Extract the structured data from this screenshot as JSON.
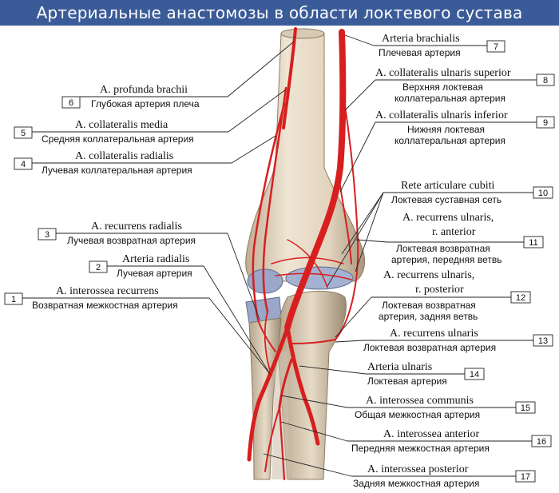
{
  "title": "Артериальные анастомозы в области локтевого сустава",
  "labels": [
    {
      "num": "1",
      "latin": "A. interossea recurrens",
      "russian": "Возвратная межкостная артерия"
    },
    {
      "num": "2",
      "latin": "Arteria radialis",
      "russian": "Лучевая артерия"
    },
    {
      "num": "3",
      "latin": "A. recurrens radialis",
      "russian": "Лучевая возвратная артерия"
    },
    {
      "num": "4",
      "latin": "A. collateralis radialis",
      "russian": "Лучевая коллатеральная артерия"
    },
    {
      "num": "5",
      "latin": "A. collateralis media",
      "russian": "Средняя коллатеральная артерия"
    },
    {
      "num": "6",
      "latin": "A. profunda brachii",
      "russian": "Глубокая артерия плеча"
    },
    {
      "num": "7",
      "latin": "Arteria brachialis",
      "russian": "Плечевая артерия"
    },
    {
      "num": "8",
      "latin": "A. collateralis ulnaris superior",
      "russian": [
        "Верхняя локтевая",
        "коллатеральная артерия"
      ]
    },
    {
      "num": "9",
      "latin": "A. collateralis ulnaris inferior",
      "russian": [
        "Нижняя локтевая",
        "коллатеральная артерия"
      ]
    },
    {
      "num": "10",
      "latin": "Rete articulare cubiti",
      "russian": "Локтевая суставная сеть"
    },
    {
      "num": "11",
      "latin": [
        "A. recurrens ulnaris,",
        "r. anterior"
      ],
      "russian": [
        "Локтевая возвратная",
        "артерия, передняя ветвь"
      ]
    },
    {
      "num": "12",
      "latin": [
        "A. recurrens ulnaris,",
        "r. posterior"
      ],
      "russian": [
        "Локтевая возвратная",
        "артерия, задняя ветвь"
      ]
    },
    {
      "num": "13",
      "latin": "A. recurrens ulnaris",
      "russian": "Локтевая возвратная артерия"
    },
    {
      "num": "14",
      "latin": "Arteria ulnaris",
      "russian": "Локтевая артерия"
    },
    {
      "num": "15",
      "latin": "A. interossea communis",
      "russian": "Общая межкостная артерия"
    },
    {
      "num": "16",
      "latin": "A. interossea anterior",
      "russian": "Передняя межкостная артерия"
    },
    {
      "num": "17",
      "latin": "A. interossea posterior",
      "russian": "Задняя межкостная артерия"
    }
  ],
  "colors": {
    "title_bar": "#3b5b98",
    "artery": "#d81f1f",
    "bone": "#e3d6c2",
    "cartilage": "#9aa7c8"
  }
}
